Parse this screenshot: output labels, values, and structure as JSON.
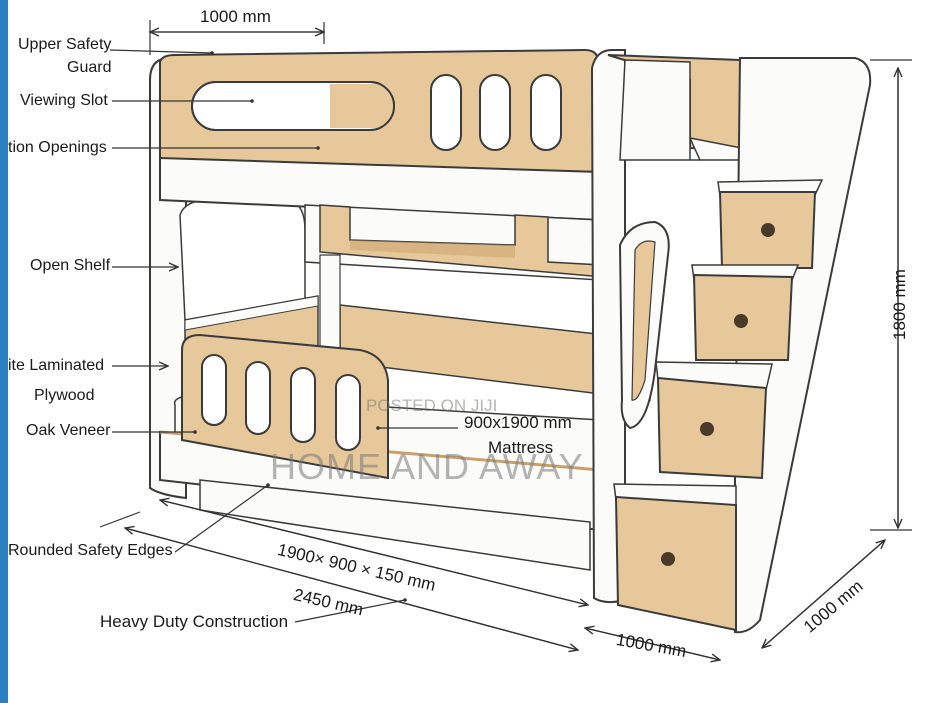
{
  "labels": {
    "upper_safety_guard_line1": "Upper Safety",
    "upper_safety_guard_line2": "Guard",
    "viewing_slot": "Viewing Slot",
    "ventilation_openings": "tion Openings",
    "open_shelf": "Open Shelf",
    "laminated_line1": "ite Laminated",
    "laminated_line2": "Plywood",
    "oak_veneer": "Oak Veneer",
    "rounded_safety_edges": "Rounded Safety Edges",
    "heavy_duty_construction": "Heavy Duty Construction",
    "mattress_size": "900x1900 mm",
    "mattress": "Mattress"
  },
  "dimensions": {
    "top_width": "1000 mm",
    "height": "1800 mm",
    "mattress_dims": "1900× 900 × 150 mm",
    "length": "2450 mm",
    "stair_width": "1000 mm",
    "stair_depth": "1000 mm"
  },
  "watermark": {
    "posted": "POSTED ON JIJI",
    "store": "HOME AND AWAY"
  },
  "colors": {
    "oak": "#e6c89b",
    "oak_dark": "#c9a06a",
    "white_panel": "#fbfbfa",
    "outline": "#3b3b3b",
    "knob": "#4a3a2a",
    "edge_strip": "#2e7fc0"
  }
}
